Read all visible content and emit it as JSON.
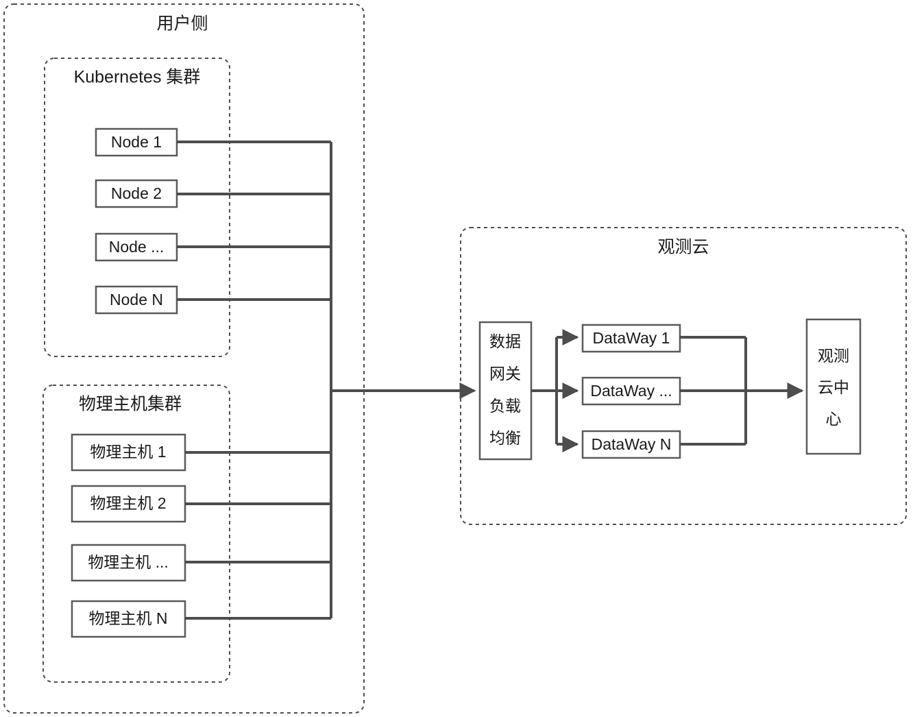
{
  "diagram": {
    "title_user_side": "用户侧",
    "title_cloud": "观测云",
    "groups": [
      {
        "name": "kubernetes-cluster",
        "label": "Kubernetes 集群"
      },
      {
        "name": "physical-host-cluster",
        "label": "物理主机集群"
      }
    ],
    "k8s_nodes": [
      {
        "label": "Node 1"
      },
      {
        "label": "Node 2"
      },
      {
        "label": "Node ..."
      },
      {
        "label": "Node N"
      }
    ],
    "physical_hosts": [
      {
        "label": "物理主机 1"
      },
      {
        "label": "物理主机 2"
      },
      {
        "label": "物理主机 ..."
      },
      {
        "label": "物理主机 N"
      }
    ],
    "gateway": {
      "name": "data-gateway-load-balancer",
      "lines": [
        "数据",
        "网关",
        "负载",
        "均衡"
      ],
      "full_label": "数据网关负载均衡"
    },
    "dataways": [
      {
        "label": "DataWay 1"
      },
      {
        "label": "DataWay ..."
      },
      {
        "label": "DataWay N"
      }
    ],
    "center": {
      "name": "observation-cloud-center",
      "lines": [
        "观测",
        "云中",
        "心"
      ],
      "full_label": "观测云中心"
    },
    "colors": {
      "line": "#4d4d4d",
      "box_stroke": "#595959",
      "dashed_stroke": "#4d4d4d",
      "text": "#1a1a1a",
      "background": "#ffffff"
    }
  }
}
